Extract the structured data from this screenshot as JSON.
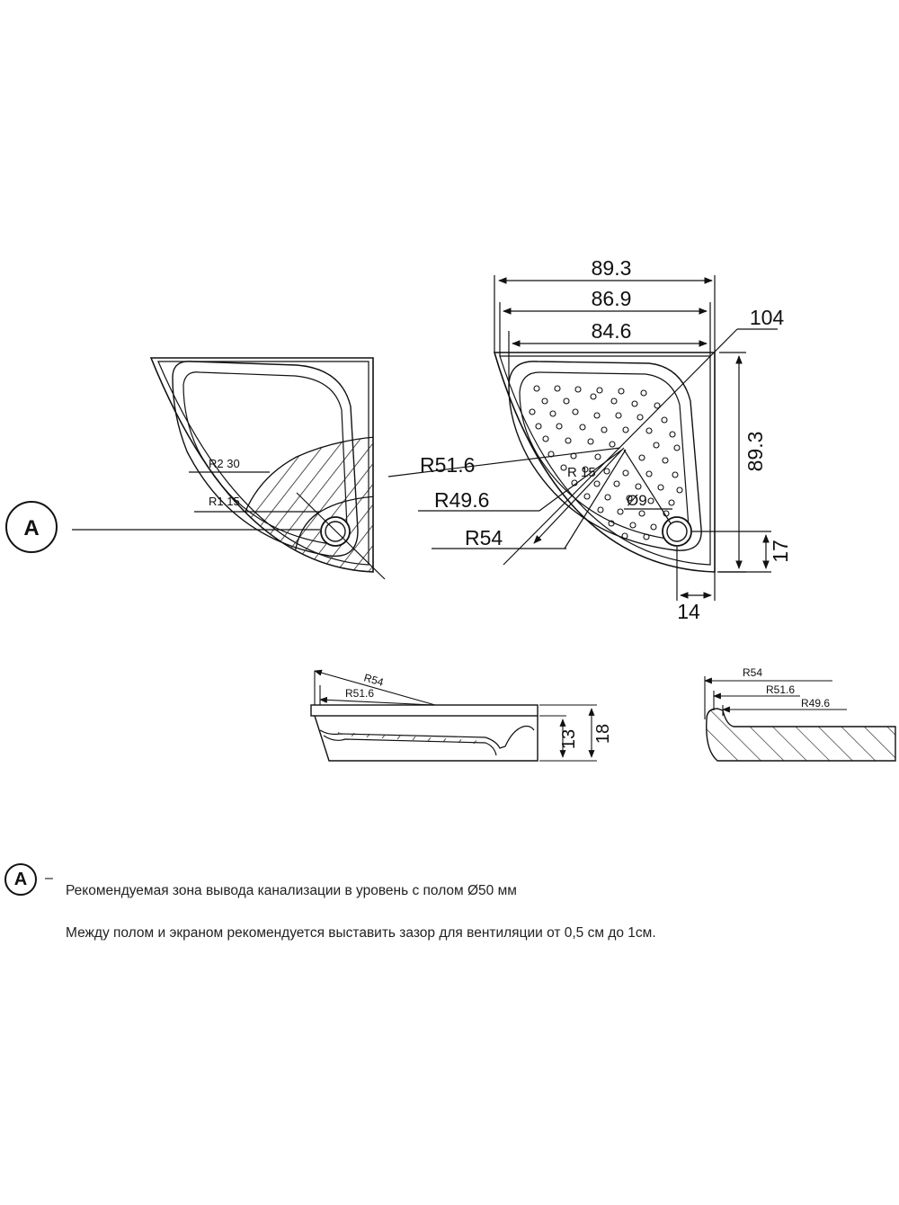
{
  "zone_marker": "A",
  "plan_left": {
    "r230": "R2 30",
    "r115": "R1 15"
  },
  "plan_right": {
    "w1": "89.3",
    "w2": "86.9",
    "w3": "84.6",
    "diag": "104",
    "height": "89.3",
    "r516": "R51.6",
    "r496": "R49.6",
    "r54": "R54",
    "r15": "R 15",
    "drain": "Ø9",
    "drain_y": "17",
    "drain_x": "14"
  },
  "section": {
    "r54": "R54",
    "r516": "R51.6",
    "h13": "13",
    "h18": "18"
  },
  "detail": {
    "r54": "R54",
    "r516": "R51.6",
    "r496": "R49.6"
  },
  "legend": {
    "marker": "A",
    "dash": "–",
    "note_zone": "Рекомендуемая зона вывода канализации в уровень с полом    Ø50 мм",
    "note_gap": "Между полом и экраном рекомендуется выставить зазор для вентиляции от 0,5 см до 1см."
  }
}
